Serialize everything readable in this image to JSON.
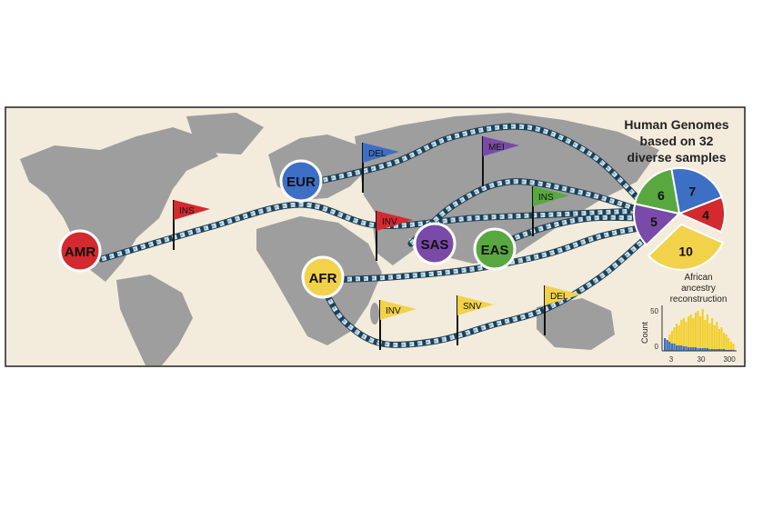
{
  "title_lines": [
    "Human Genomes",
    "based on 32",
    "diverse samples"
  ],
  "populations": [
    {
      "code": "AMR",
      "color": "#d32a2f"
    },
    {
      "code": "EUR",
      "color": "#3d6fc4"
    },
    {
      "code": "AFR",
      "color": "#f2d24a"
    },
    {
      "code": "SAS",
      "color": "#7a4aa8"
    },
    {
      "code": "EAS",
      "color": "#58a83f"
    }
  ],
  "flags": [
    {
      "label": "INS",
      "color": "#d32a2f"
    },
    {
      "label": "DEL",
      "color": "#3d6fc4"
    },
    {
      "label": "MEI",
      "color": "#7a4aa8"
    },
    {
      "label": "INV",
      "color": "#d32a2f"
    },
    {
      "label": "INS",
      "color": "#58a83f"
    },
    {
      "label": "INV",
      "color": "#f2d24a"
    },
    {
      "label": "SNV",
      "color": "#f2d24a"
    },
    {
      "label": "DEL",
      "color": "#f2d24a"
    }
  ],
  "pie": {
    "slices": [
      {
        "value": 7,
        "color": "#3d6fc4"
      },
      {
        "value": 4,
        "color": "#d32a2f"
      },
      {
        "value": 5,
        "color": "#7a4aa8"
      },
      {
        "value": 6,
        "color": "#58a83f"
      }
    ],
    "exploded": {
      "value": 10,
      "color": "#f2d24a"
    }
  },
  "inset": {
    "caption_lines": [
      "African",
      "ancestry",
      "reconstruction"
    ],
    "ylabel": "Count",
    "yticks": [
      "50",
      "0"
    ],
    "xticks": [
      "3",
      "30",
      "300"
    ]
  }
}
